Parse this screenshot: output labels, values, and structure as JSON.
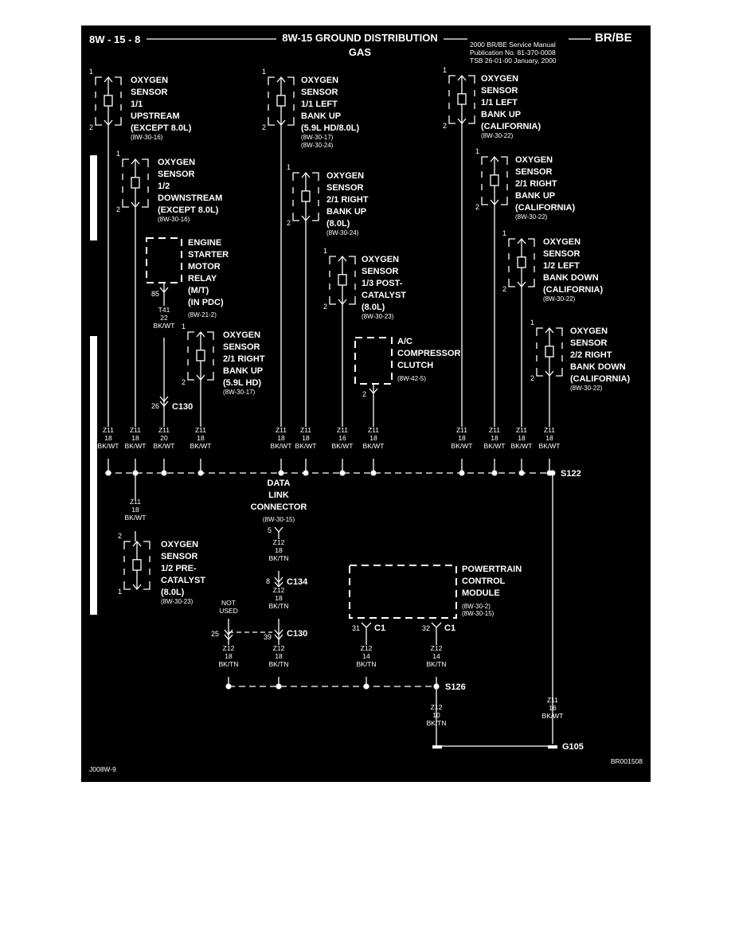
{
  "header": {
    "page_number": "8W - 15 - 8",
    "title": "8W-15 GROUND DISTRIBUTION",
    "subtitle": "GAS",
    "manual": "2000 BR/BE Service Manual",
    "publication": "Publication No. 81-370-0008",
    "tsb": "TSB 26-01-00     January, 2000",
    "model": "BR/BE"
  },
  "components": [
    {
      "id": "o2-11-up",
      "lines": [
        "OXYGEN",
        "SENSOR",
        "1/1",
        "UPSTREAM",
        "(EXCEPT 8.0L)"
      ],
      "ref": "(8W-30-16)",
      "pin_top": "1",
      "pin_bottom": "2"
    },
    {
      "id": "o2-12-down",
      "lines": [
        "OXYGEN",
        "SENSOR",
        "1/2",
        "DOWNSTREAM",
        "(EXCEPT 8.0L)"
      ],
      "ref": "(8W-30-16)",
      "pin_top": "1",
      "pin_bottom": "2"
    },
    {
      "id": "starter-relay",
      "lines": [
        "ENGINE",
        "STARTER",
        "MOTOR",
        "RELAY",
        "(M/T)",
        "(IN PDC)"
      ],
      "ref": "(8W-21-2)",
      "pin_bottom": "85"
    },
    {
      "id": "o2-21-right-hd",
      "lines": [
        "OXYGEN",
        "SENSOR",
        "2/1 RIGHT",
        "BANK UP",
        "(5.9L HD)"
      ],
      "ref": "(8W-30-17)",
      "pin_top": "1",
      "pin_bottom": "2"
    },
    {
      "id": "o2-11-left",
      "lines": [
        "OXYGEN",
        "SENSOR",
        "1/1 LEFT",
        "BANK UP",
        "(5.9L HD/8.0L)"
      ],
      "ref": "(8W-30-17)",
      "ref2": "(8W-30-24)",
      "pin_top": "1",
      "pin_bottom": "2"
    },
    {
      "id": "o2-21-right-80",
      "lines": [
        "OXYGEN",
        "SENSOR",
        "2/1 RIGHT",
        "BANK UP",
        "(8.0L)"
      ],
      "ref": "(8W-30-24)",
      "pin_top": "1",
      "pin_bottom": "2"
    },
    {
      "id": "o2-13-post",
      "lines": [
        "OXYGEN",
        "SENSOR",
        "1/3 POST-",
        "CATALYST",
        "(8.0L)"
      ],
      "ref": "(8W-30-23)",
      "pin_top": "1",
      "pin_bottom": "2"
    },
    {
      "id": "ac-clutch",
      "lines": [
        "A/C",
        "COMPRESSOR",
        "CLUTCH"
      ],
      "ref": "(8W-42-5)",
      "pin_bottom": "2"
    },
    {
      "id": "o2-11-left-cal",
      "lines": [
        "OXYGEN",
        "SENSOR",
        "1/1 LEFT",
        "BANK UP",
        "(CALIFORNIA)"
      ],
      "ref": "(8W-30-22)",
      "pin_top": "1",
      "pin_bottom": "2"
    },
    {
      "id": "o2-21-right-cal",
      "lines": [
        "OXYGEN",
        "SENSOR",
        "2/1 RIGHT",
        "BANK UP",
        "(CALIFORNIA)"
      ],
      "ref": "(8W-30-22)",
      "pin_top": "1",
      "pin_bottom": "2"
    },
    {
      "id": "o2-12-left-down",
      "lines": [
        "OXYGEN",
        "SENSOR",
        "1/2 LEFT",
        "BANK DOWN",
        "(CALIFORNIA)"
      ],
      "ref": "(8W-30-22)",
      "pin_top": "1",
      "pin_bottom": "2"
    },
    {
      "id": "o2-22-right-down",
      "lines": [
        "OXYGEN",
        "SENSOR",
        "2/2 RIGHT",
        "BANK DOWN",
        "(CALIFORNIA)"
      ],
      "ref": "(8W-30-22)",
      "pin_top": "1",
      "pin_bottom": "2"
    },
    {
      "id": "o2-12-pre",
      "lines": [
        "OXYGEN",
        "SENSOR",
        "1/2 PRE-",
        "CATALYST",
        "(8.0L)"
      ],
      "ref": "(8W-30-23)",
      "pin_top": "2",
      "pin_bottom": "1"
    },
    {
      "id": "pcm",
      "lines": [
        "POWERTRAIN",
        "CONTROL",
        "MODULE"
      ],
      "ref": "(8W-30-2)",
      "ref2": "(8W-30-15)"
    },
    {
      "id": "dlc",
      "lines": [
        "DATA",
        "LINK",
        "CONNECTOR"
      ],
      "ref": "(8W-30-15)",
      "pin": "5"
    }
  ],
  "wires_top": [
    {
      "circuit": "Z11",
      "gauge": "18",
      "color": "BK/WT"
    },
    {
      "circuit": "Z11",
      "gauge": "18",
      "color": "BK/WT"
    },
    {
      "circuit": "Z11",
      "gauge": "20",
      "color": "BK/WT"
    },
    {
      "circuit": "Z11",
      "gauge": "18",
      "color": "BK/WT"
    },
    {
      "circuit": "Z11",
      "gauge": "18",
      "color": "BK/WT"
    },
    {
      "circuit": "Z11",
      "gauge": "18",
      "color": "BK/WT"
    },
    {
      "circuit": "Z11",
      "gauge": "16",
      "color": "BK/WT"
    },
    {
      "circuit": "Z11",
      "gauge": "18",
      "color": "BK/WT"
    },
    {
      "circuit": "Z11",
      "gauge": "18",
      "color": "BK/WT"
    },
    {
      "circuit": "Z11",
      "gauge": "18",
      "color": "BK/WT"
    },
    {
      "circuit": "Z11",
      "gauge": "18",
      "color": "BK/WT"
    },
    {
      "circuit": "Z11",
      "gauge": "18",
      "color": "BK/WT"
    }
  ],
  "wire_t41": {
    "circuit": "T41",
    "gauge": "22",
    "color": "BK/WT"
  },
  "wire_pre": {
    "circuit": "Z11",
    "gauge": "18",
    "color": "BK/WT"
  },
  "wire_dlc1": {
    "circuit": "Z12",
    "gauge": "18",
    "color": "BK/TN"
  },
  "wire_dlc2": {
    "circuit": "Z12",
    "gauge": "18",
    "color": "BK/TN"
  },
  "wires_bottom": [
    {
      "circuit": "Z12",
      "gauge": "18",
      "color": "BK/TN"
    },
    {
      "circuit": "Z12",
      "gauge": "18",
      "color": "BK/TN"
    },
    {
      "circuit": "Z12",
      "gauge": "14",
      "color": "BK/TN"
    },
    {
      "circuit": "Z12",
      "gauge": "14",
      "color": "BK/TN"
    }
  ],
  "wire_s126": {
    "circuit": "Z12",
    "gauge": "10",
    "color": "BK/TN"
  },
  "wire_g105": {
    "circuit": "Z11",
    "gauge": "16",
    "color": "BK/WT"
  },
  "connectors": {
    "c130_a": "C130",
    "c130_a_pin": "26",
    "c134": "C134",
    "c134_pin": "8",
    "c130_b": "C130",
    "c130_b_pin": "39",
    "c130_b_pin2": "25",
    "c1_a": "C1",
    "c1_a_pin": "31",
    "c1_b": "C1",
    "c1_b_pin": "32",
    "not_used": [
      "NOT",
      "USED"
    ]
  },
  "splices": {
    "s122": "S122",
    "s126": "S126",
    "g105": "G105"
  },
  "footer": {
    "left": "J008W-9",
    "right": "BR001508"
  }
}
